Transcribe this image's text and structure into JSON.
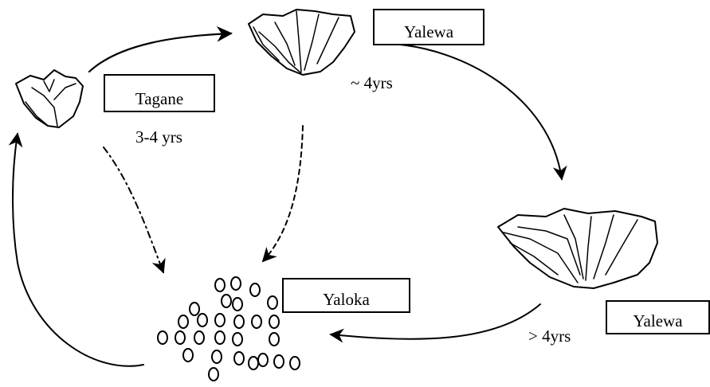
{
  "stages": [
    {
      "label": "Tagane",
      "age": "3-4 yrs"
    },
    {
      "label": "Yalewa",
      "age": "~ 4yrs"
    },
    {
      "label": "Yalewa",
      "age": "> 4yrs"
    },
    {
      "label": "Yaloka"
    }
  ],
  "colors": {
    "ink": "#000000",
    "background": "#ffffff"
  }
}
